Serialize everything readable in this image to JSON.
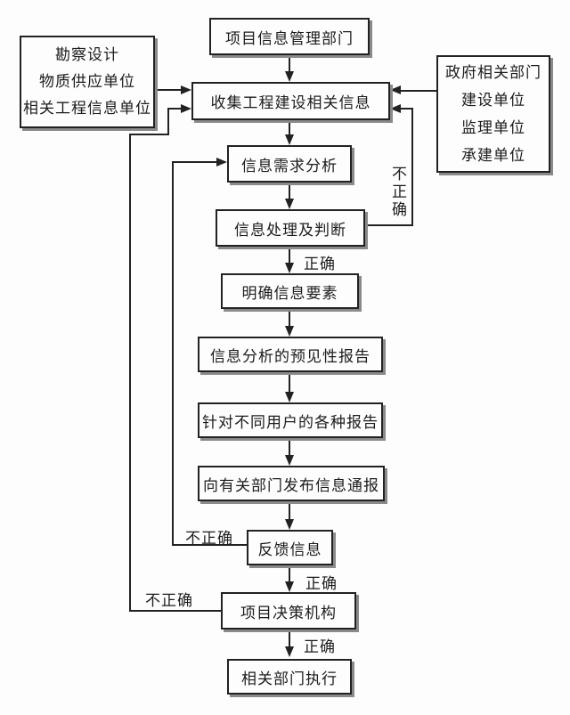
{
  "diagram": {
    "nodes": {
      "top_dept": {
        "label": "项目信息管理部门"
      },
      "left_sources": {
        "lines": [
          "勘察设计",
          "物质供应单位",
          "相关工程信息单位"
        ]
      },
      "right_sources": {
        "lines": [
          "政府相关部门",
          "建设单位",
          "监理单位",
          "承建单位"
        ]
      },
      "collect": {
        "label": "收集工程建设相关信息"
      },
      "need_analysis": {
        "label": "信息需求分析"
      },
      "process_judge": {
        "label": "信息处理及判断"
      },
      "clarify_elements": {
        "label": "明确信息要素"
      },
      "forecast_report": {
        "label": "信息分析的预见性报告"
      },
      "user_reports": {
        "label": "针对不同用户的各种报告"
      },
      "notify_depts": {
        "label": "向有关部门发布信息通报"
      },
      "feedback": {
        "label": "反馈信息"
      },
      "decision_body": {
        "label": "项目决策机构"
      },
      "execute": {
        "label": "相关部门执行"
      }
    },
    "edge_labels": {
      "process_correct": "正确",
      "process_incorrect": "不正确",
      "feedback_correct": "正确",
      "feedback_incorrect": "不正确",
      "decision_correct": "正确",
      "decision_incorrect": "不正确"
    },
    "colors": {
      "line": "#222222",
      "box_shadow": "#8a8a8a",
      "background": "#fdfdfd",
      "text": "#1c1c1c"
    }
  }
}
